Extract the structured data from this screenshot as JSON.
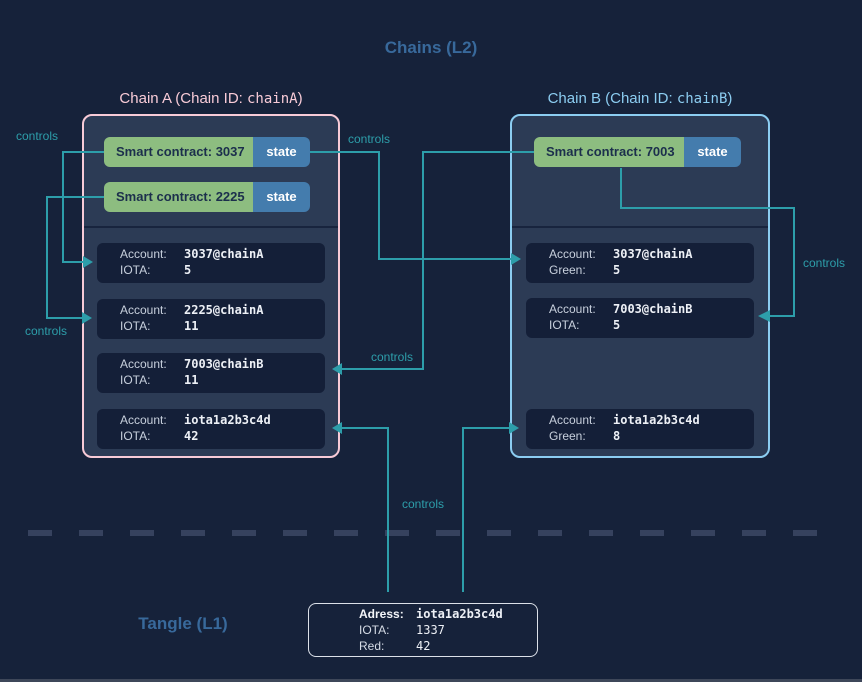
{
  "labels": {
    "controls": "controls"
  },
  "headings": {
    "l2": "Chains (L2)",
    "l1": "Tangle (L1)"
  },
  "colors": {
    "background": "#16223A",
    "teal": "#2D9EAA",
    "chain_a_accent": "#F8CBD7",
    "chain_b_accent": "#8CCDF1",
    "contract_green": "#8DBD80",
    "state_blue": "#447CAD",
    "heading_blue": "#38699B"
  },
  "chain_a": {
    "title": {
      "prefix": "Chain A (Chain ID: ",
      "code": "chainA",
      "suffix": ")"
    },
    "contracts": [
      {
        "label": "Smart contract: 3037",
        "state": "state"
      },
      {
        "label": "Smart contract: 2225",
        "state": "state"
      }
    ],
    "accounts": [
      {
        "label1": "Account:",
        "value1": "3037@chainA",
        "label2": "IOTA:",
        "value2": "5"
      },
      {
        "label1": "Account:",
        "value1": "2225@chainA",
        "label2": "IOTA:",
        "value2": "11"
      },
      {
        "label1": "Account:",
        "value1": "7003@chainB",
        "label2": "IOTA:",
        "value2": "11"
      },
      {
        "label1": "Account:",
        "value1": "iota1a2b3c4d",
        "label2": "IOTA:",
        "value2": "42"
      }
    ]
  },
  "chain_b": {
    "title": {
      "prefix": "Chain B (Chain ID: ",
      "code": "chainB",
      "suffix": ")"
    },
    "contracts": [
      {
        "label": "Smart contract: 7003",
        "state": "state"
      }
    ],
    "accounts": [
      {
        "label1": "Account:",
        "value1": "3037@chainA",
        "label2": "Green:",
        "value2": "5"
      },
      {
        "label1": "Account:",
        "value1": "7003@chainB",
        "label2": "IOTA:",
        "value2": "5"
      },
      {
        "label1": "Account:",
        "value1": "iota1a2b3c4d",
        "label2": "Green:",
        "value2": "8"
      }
    ]
  },
  "tangle_address": {
    "rows": [
      {
        "label": "Adress:",
        "value": "iota1a2b3c4d"
      },
      {
        "label": "IOTA:",
        "value": "1337"
      },
      {
        "label": "Red:",
        "value": "42"
      }
    ]
  }
}
